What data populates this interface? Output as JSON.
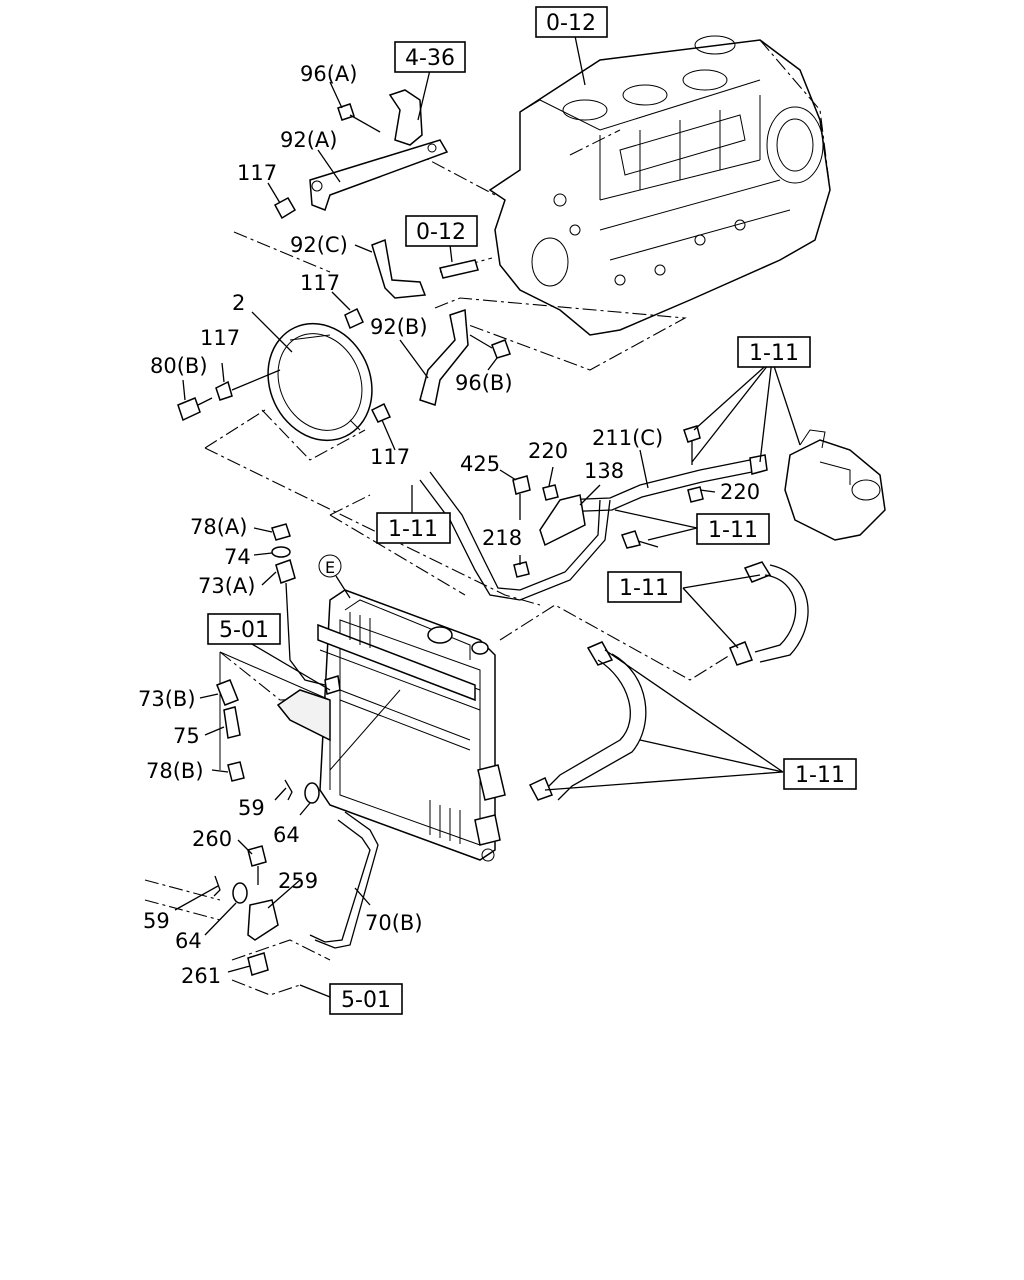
{
  "refs": {
    "r_0_12_top": "0-12",
    "r_4_36": "4-36",
    "r_0_12_mid": "0-12",
    "r_1_11_a": "1-11",
    "r_1_11_b": "1-11",
    "r_1_11_c": "1-11",
    "r_1_11_d": "1-11",
    "r_1_11_e": "1-11",
    "r_5_01_a": "5-01",
    "r_5_01_b": "5-01"
  },
  "labels": {
    "p96a": "96(A)",
    "p92a": "92(A)",
    "p117a": "117",
    "p92c": "92(C)",
    "p117b": "117",
    "p2": "2",
    "p117c": "117",
    "p80b": "80(B)",
    "p92b": "92(B)",
    "p96b": "96(B)",
    "p117d": "117",
    "p425": "425",
    "p220a": "220",
    "p211c": "211(C)",
    "p138": "138",
    "p220b": "220",
    "p218": "218",
    "p78a": "78(A)",
    "p74": "74",
    "p73a": "73(A)",
    "pE": "E",
    "p73b": "73(B)",
    "p75": "75",
    "p78b": "78(B)",
    "p59a": "59",
    "p64a": "64",
    "p260": "260",
    "p259": "259",
    "p59b": "59",
    "p64b": "64",
    "p70b": "70(B)",
    "p261": "261"
  }
}
